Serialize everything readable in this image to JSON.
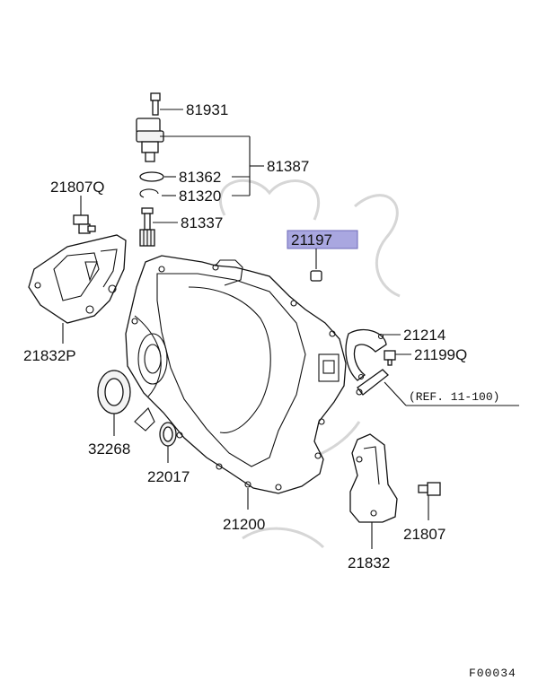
{
  "labels": {
    "p81931": "81931",
    "p81387": "81387",
    "p81362": "81362",
    "p81320": "81320",
    "p81337": "81337",
    "p21807Q": "21807Q",
    "p21197": "21197",
    "p21832P": "21832P",
    "p21214": "21214",
    "p21199Q": "21199Q",
    "ref": "(REF. 11-100)",
    "p32268": "32268",
    "p22017": "22017",
    "p21200": "21200",
    "p21807": "21807",
    "p21832": "21832",
    "figure_code": "F00034"
  },
  "highlight_color": "#a9a7e0"
}
